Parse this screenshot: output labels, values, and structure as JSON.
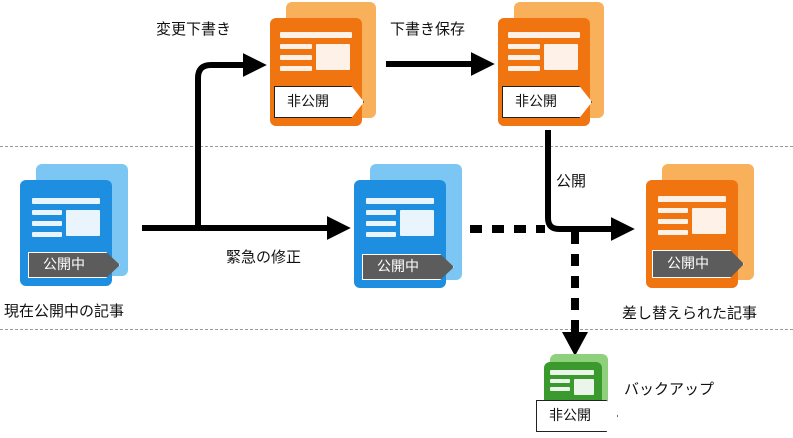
{
  "documents": {
    "current": {
      "caption": "現在公開中の記事",
      "tag": "公開中"
    },
    "emergency": {
      "tag": "公開中"
    },
    "draft1": {
      "tag": "非公開"
    },
    "draft2": {
      "tag": "非公開"
    },
    "replaced": {
      "caption": "差し替えられた記事",
      "tag": "公開中"
    },
    "backup": {
      "caption": "バックアップ",
      "tag": "非公開"
    }
  },
  "arrows": {
    "change_draft": "変更下書き",
    "save_draft": "下書き保存",
    "emergency_fix": "緊急の修正",
    "publish": "公開"
  },
  "colors": {
    "blue_front": "#1e8fe0",
    "blue_back": "#7cc6f3",
    "orange_front": "#f07410",
    "orange_back": "#f9b05a",
    "green_front": "#3a9a2e",
    "green_back": "#8ed07c",
    "tag_gray": "#5c5c5c",
    "arrow": "#000000"
  }
}
